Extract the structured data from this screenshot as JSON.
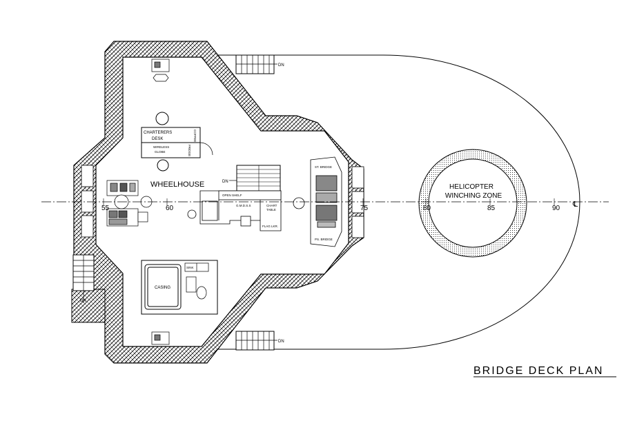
{
  "drawing": {
    "title": "BRIDGE DECK PLAN",
    "centerline_symbol": "℄",
    "rooms": {
      "wheelhouse": "WHEELHOUSE",
      "casing": "CASING",
      "charterers_desk_line1": "CHARTERERS",
      "charterers_desk_line2": "DESK",
      "wireless_globe_line1": "WIRELESS",
      "wireless_globe_line2": "GLOBE",
      "coffee": "COFFEE",
      "fridge": "FRIDGE",
      "open_shelf": "OPEN SHELF",
      "gmdss": "G.M.D.S.S",
      "chart_table_line1": "CHART",
      "chart_table_line2": "TABLE",
      "flag_locker": "FLAG LKR.",
      "console_stbd": "ST. BRIDGE",
      "console_port": "PS. BRIDGE",
      "sink": "SINK"
    },
    "helicopter_zone": {
      "line1": "HELICOPTER",
      "line2": "WINCHING ZONE"
    },
    "stair_labels": {
      "down": "DN"
    },
    "frame_numbers": [
      "55",
      "60",
      "75",
      "80",
      "85",
      "90"
    ]
  }
}
